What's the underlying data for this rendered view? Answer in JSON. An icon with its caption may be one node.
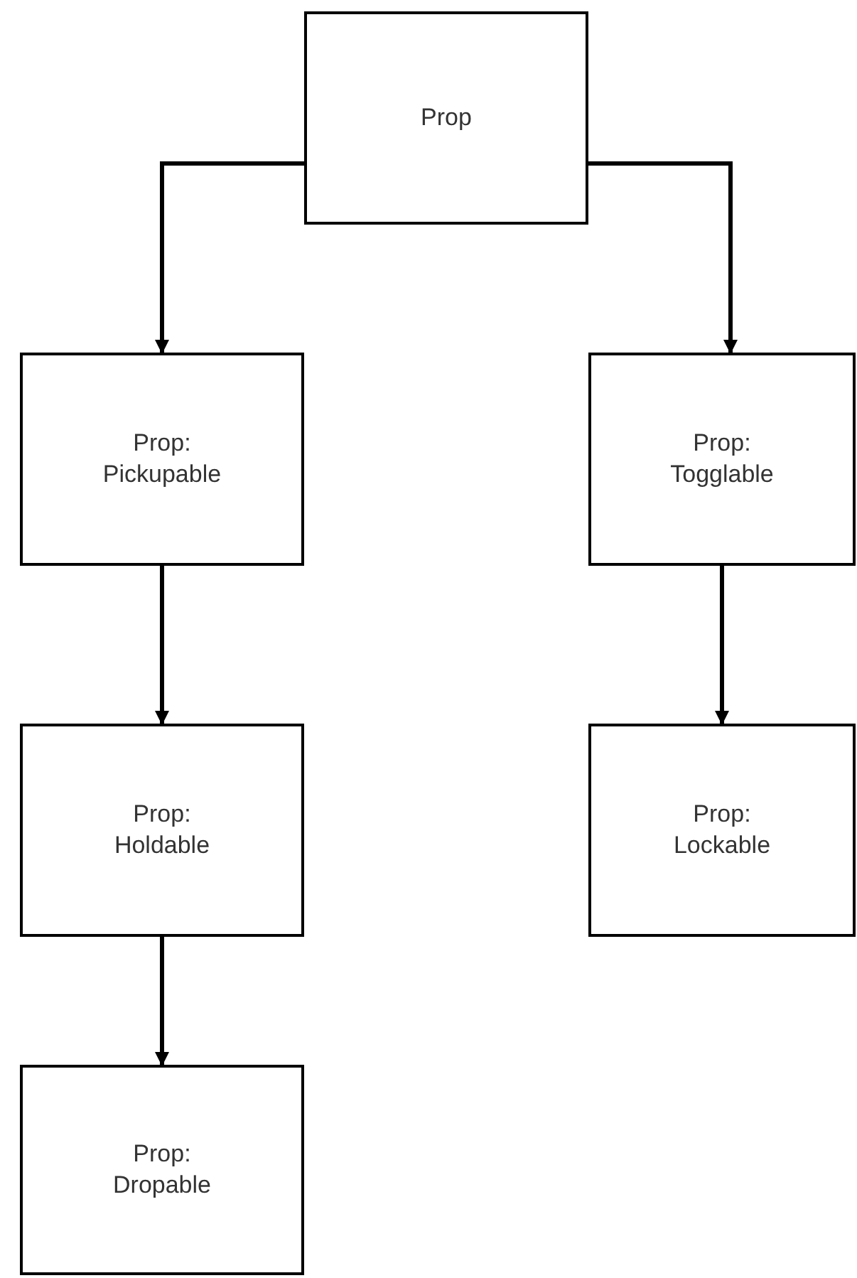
{
  "diagram": {
    "nodes": [
      {
        "text": [
          "Prop"
        ]
      },
      {
        "text": [
          "Prop: Pickupable"
        ]
      },
      {
        "text": [
          "Prop: Togglable"
        ]
      },
      {
        "text": [
          "Prop: Holdable"
        ]
      },
      {
        "text": [
          "Prop: Lockable"
        ]
      },
      {
        "text": [
          "Prop: Dropable"
        ]
      }
    ],
    "edges": [
      {
        "from": 0,
        "to": 1,
        "arrow": "to"
      },
      {
        "from": 0,
        "to": 2,
        "arrow": "to"
      },
      {
        "from": 1,
        "to": 3,
        "arrow": "to"
      },
      {
        "from": 2,
        "to": 4,
        "arrow": "to"
      },
      {
        "from": 3,
        "to": 5,
        "arrow": "to"
      }
    ]
  }
}
